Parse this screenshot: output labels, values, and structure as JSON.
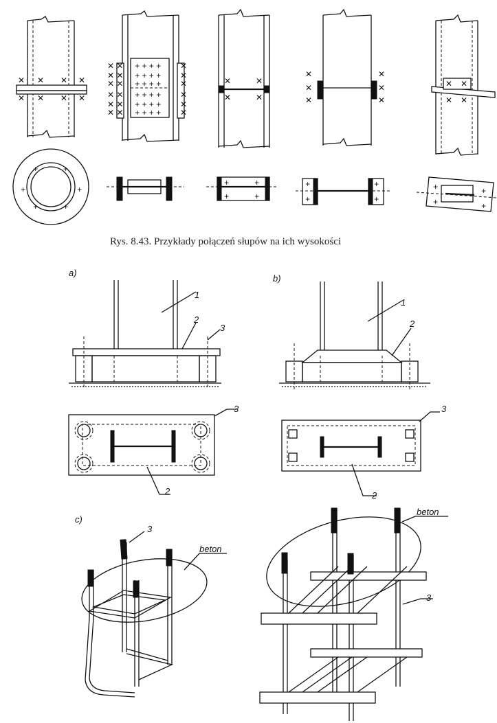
{
  "figure": {
    "caption": "Rys. 8.43. Przykłady połączeń słupów na ich wysokości"
  },
  "sections": {
    "a": "a)",
    "b": "b)",
    "c": "c)"
  },
  "labels": {
    "n1": "1",
    "n2": "2",
    "n3": "3",
    "beton": "beton"
  }
}
